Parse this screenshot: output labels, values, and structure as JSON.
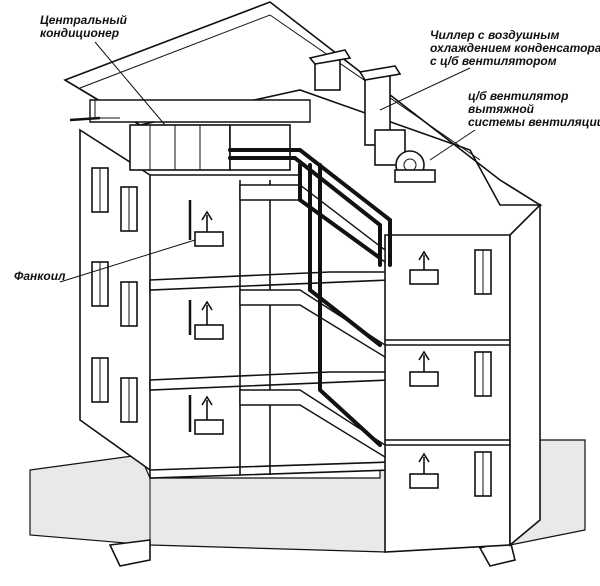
{
  "labels": {
    "central_ac": [
      "Центральный",
      "кондиционер"
    ],
    "chiller": [
      "Чиллер с воздушным",
      "охлаждением конденсатора,",
      "с ц/б вентилятором"
    ],
    "exhaust_fan": [
      "ц/б вентилятор",
      "вытяжной",
      "системы вентиляции"
    ],
    "fancoil": [
      "Фанкоил"
    ]
  },
  "colors": {
    "ink": "#111111",
    "ground": "#e9e9e9",
    "paper": "#ffffff"
  }
}
